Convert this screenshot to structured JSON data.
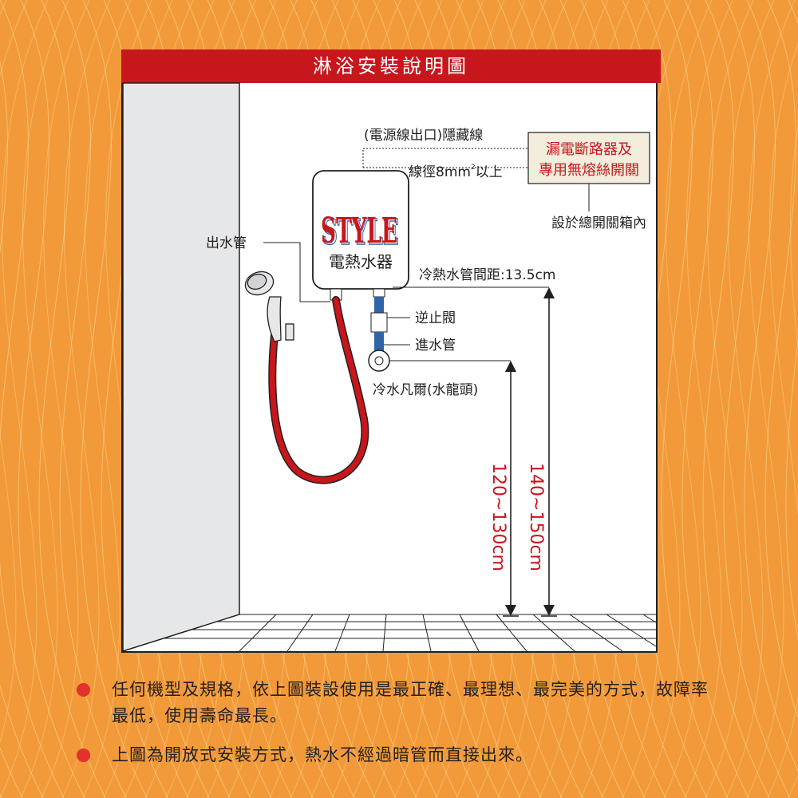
{
  "title": "淋浴安裝說明圖",
  "labels": {
    "power_outlet": "(電源線出口)隱藏線",
    "wire_gauge_prefix": "線徑8mm",
    "wire_gauge_sup": "2",
    "wire_gauge_suffix": "以上",
    "breaker_line1": "漏電斷路器及",
    "breaker_line2": "專用無熔絲開關",
    "main_box": "設於總開關箱內",
    "brand": "STYLE",
    "product": "電熱水器",
    "outlet_pipe": "出水管",
    "pipe_spacing": "冷熱水管間距:13.5cm",
    "check_valve": "逆止閥",
    "inlet_pipe": "進水管",
    "cold_valve": "冷水凡爾(水龍頭)",
    "height_faucet": "120~130cm",
    "height_heater": "140~150cm"
  },
  "notes": [
    {
      "text": "任何機型及規格，依上圖裝設使用是最正確、最理想、最完美的方式，故障率最低，使用壽命最長。"
    },
    {
      "text": "上圖為開放式安裝方式，熱水不經過暗管而直接出來。"
    }
  ],
  "colors": {
    "background": "#f29a3a",
    "title_bar": "#c8161d",
    "hose": "#c8161d",
    "inlet_pipe": "#2f64a8",
    "bullet": "#e4302f",
    "dimension_text": "#c8161d"
  }
}
